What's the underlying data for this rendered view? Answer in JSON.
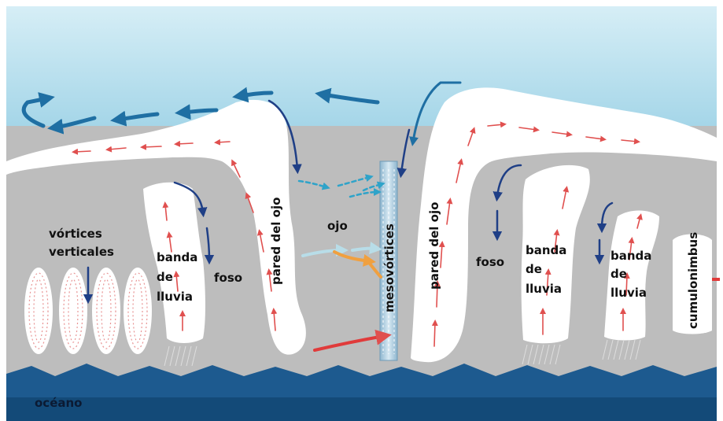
{
  "labels": {
    "vortices_line1": "vórtices",
    "vortices_line2": "verticales",
    "banda": "banda",
    "de": "de",
    "lluvia": "lluvia",
    "foso": "foso",
    "pared_del_ojo": "pared del ojo",
    "ojo": "ojo",
    "mesovortices": "mesovórtices",
    "cumulonimbus": "cumulonimbus",
    "oceano": "océano"
  },
  "colors": {
    "sky": "#a9d8ea",
    "storm_gray": "#bdbdbd",
    "cloud": "#ffffff",
    "ocean": "#1d5a8f",
    "updraft_arrow": "#e0504f",
    "downdraft_arrow": "#1f3f86",
    "outflow_arrow": "#1f6fa3",
    "inflow_arrow": "#2fa3c9",
    "warm_arrow": "#f0a040"
  }
}
